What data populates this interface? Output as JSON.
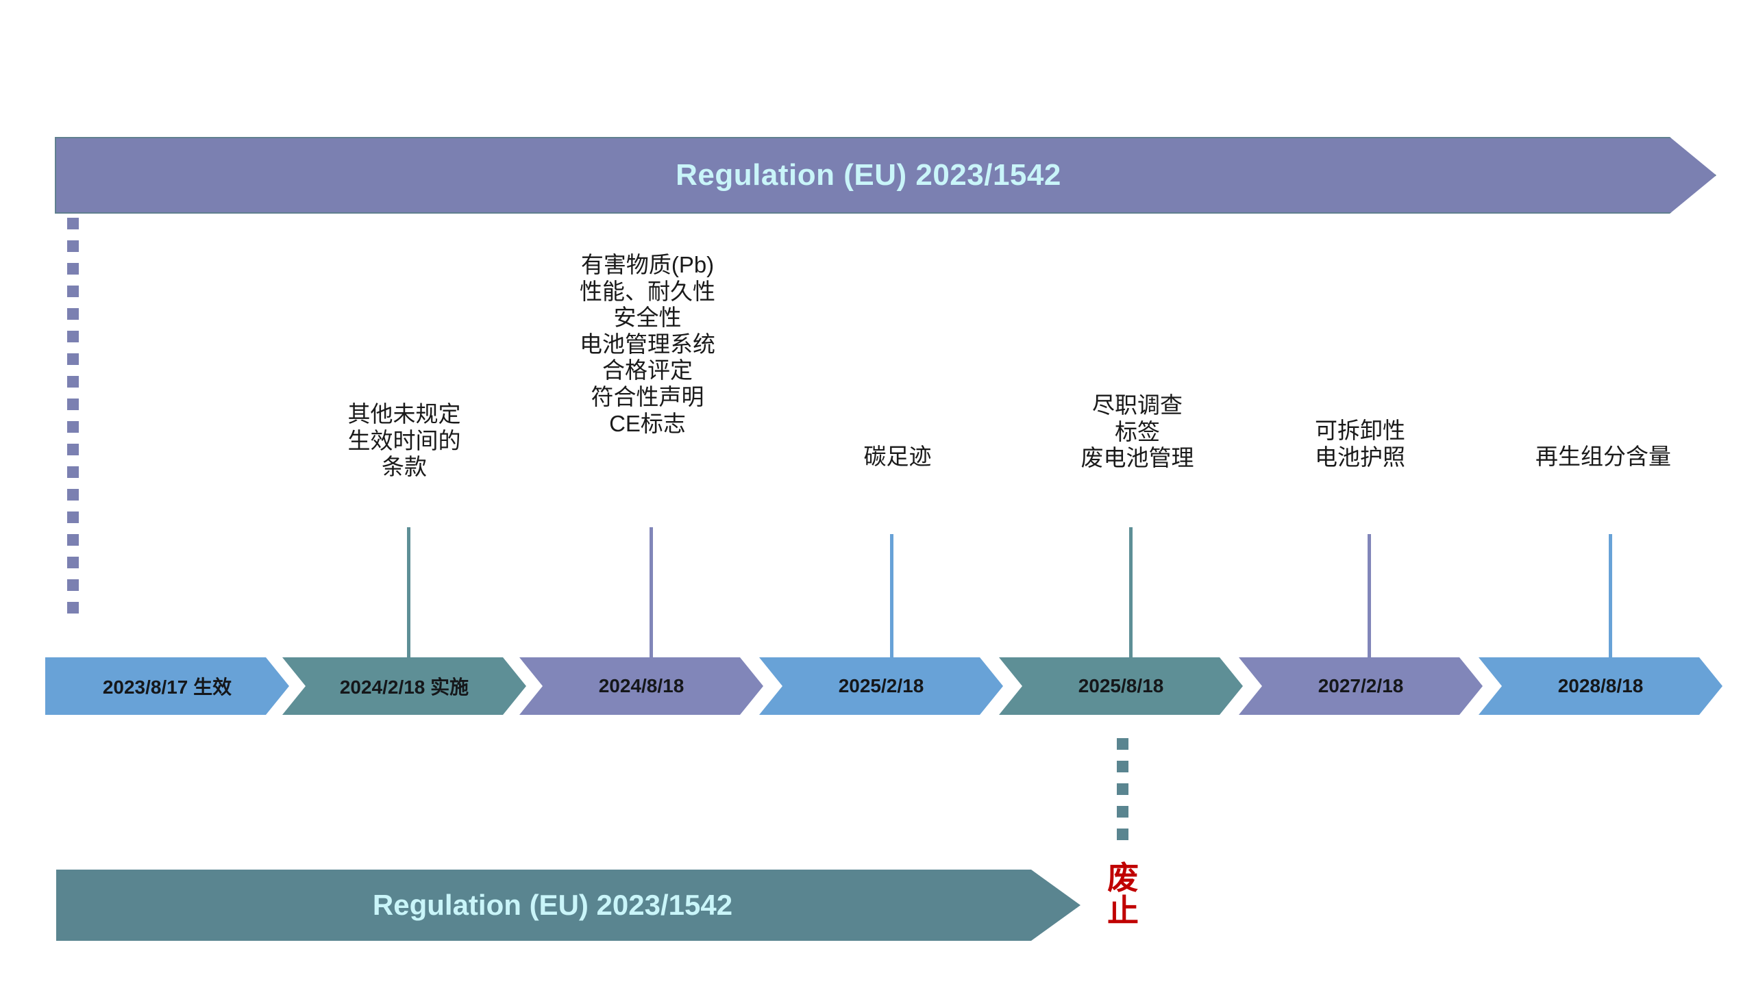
{
  "header": {
    "title": "Regulation (EU) 2023/1542",
    "color": "#7b80b1",
    "text_color": "#c9f5f9"
  },
  "footer": {
    "title": "Regulation (EU) 2023/1542",
    "color": "#5a8590",
    "text_color": "#c9f5f9"
  },
  "repeal": {
    "char1": "废",
    "char2": "止",
    "color": "#c00000"
  },
  "milestones": [
    {
      "date": "2023/8/17 生效",
      "color": "#68a2d7",
      "note": ""
    },
    {
      "date": "2024/2/18 实施",
      "color": "#5e8f96",
      "note": "其他未规定\n生效时间的\n条款"
    },
    {
      "date": "2024/8/18",
      "color": "#8186b9",
      "note": "有害物质(Pb)\n性能、耐久性\n安全性\n电池管理系统\n合格评定\n符合性声明\nCE标志"
    },
    {
      "date": "2025/2/18",
      "color": "#68a2d7",
      "note": "碳足迹"
    },
    {
      "date": "2025/8/18",
      "color": "#5e8f96",
      "note": "尽职调查\n标签\n废电池管理"
    },
    {
      "date": "2027/2/18",
      "color": "#8186b9",
      "note": "可拆卸性\n电池护照"
    },
    {
      "date": "2028/8/18",
      "color": "#68a2d7",
      "note": "再生组分含量"
    }
  ],
  "chart_data": {
    "type": "timeline",
    "title": "Regulation (EU) 2023/1542",
    "categories": [
      "2023/8/17 生效",
      "2024/2/18 实施",
      "2024/8/18",
      "2025/2/18",
      "2025/8/18",
      "2027/2/18",
      "2028/8/18"
    ],
    "annotations": [
      "",
      "其他未规定 生效时间的 条款",
      "有害物质(Pb) 性能、耐久性 安全性 电池管理系统 合格评定 符合性声明 CE标志",
      "碳足迹",
      "尽职调查 标签 废电池管理",
      "可拆卸性 电池护照",
      "再生组分含量"
    ],
    "footer_band": "Regulation (EU) 2023/1542",
    "footer_band_end_marker": "废止"
  }
}
